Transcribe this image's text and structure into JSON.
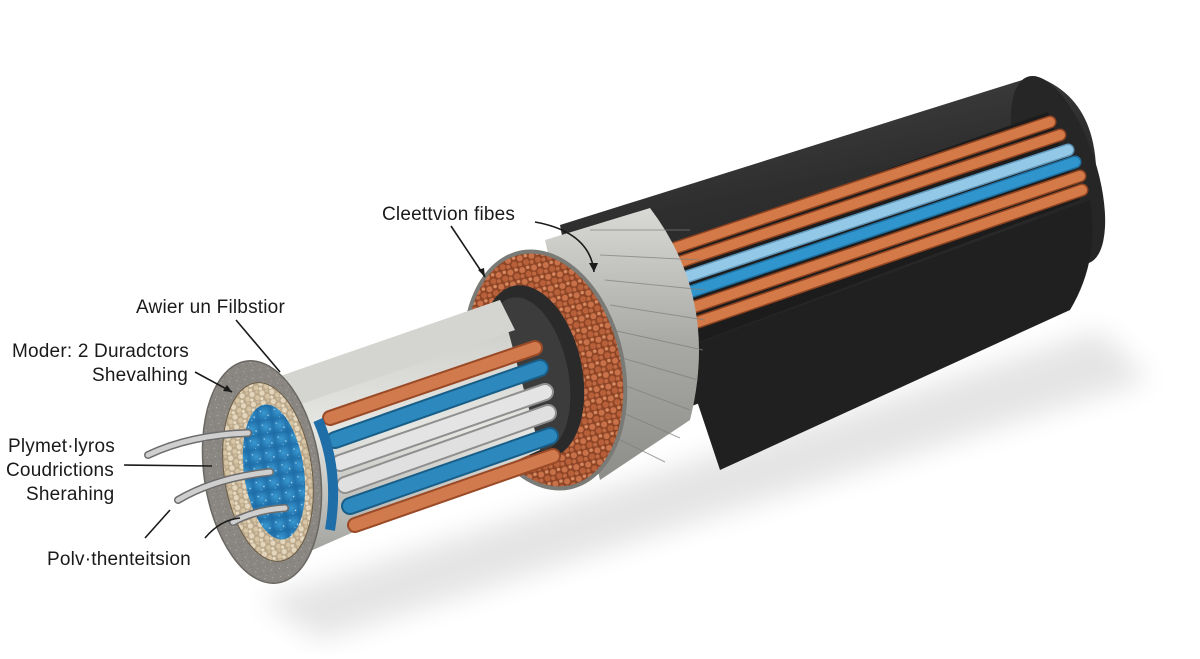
{
  "diagram": {
    "type": "cable-cross-section-illustration",
    "subject": "multi-layer cable cutaway",
    "colors": {
      "background": "#ffffff",
      "outer_jacket": "#2b2b2b",
      "copper": "#c8693a",
      "blue_insulation": "#2d8dbe",
      "light_blue_insulation": "#8ec6e6",
      "silver_shield": "#b9b9b6",
      "stone_sheath": "#8a8782",
      "granular_fill": "#c9b79a",
      "copper_granules": "#b8643a",
      "core_blue": "#2a7fbf"
    },
    "labels": [
      {
        "id": "cleettvion-fibes",
        "text": "Cleettvion fibes"
      },
      {
        "id": "awier-un-filbstior",
        "text": "Awier un Filbstior"
      },
      {
        "id": "moder-duradctors",
        "text": "Moder: 2 Duradctors"
      },
      {
        "id": "shevalhing",
        "text": "Shevalhing"
      },
      {
        "id": "plymet-lyros",
        "text": "Plymet·lyros"
      },
      {
        "id": "coudrictions",
        "text": "Coudrictions"
      },
      {
        "id": "sherahing",
        "text": "Sherahing"
      },
      {
        "id": "polv-thenteitsion",
        "text": "Polv·thenteitsion"
      }
    ]
  }
}
